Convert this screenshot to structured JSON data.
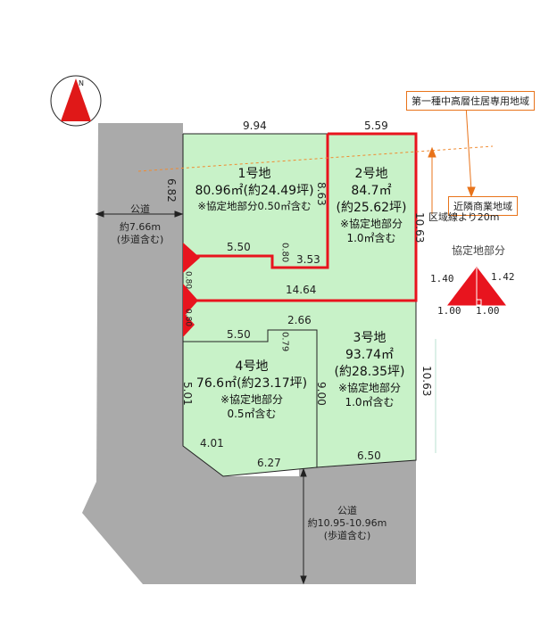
{
  "colors": {
    "lot_fill": "#c8f2c8",
    "road_fill": "#aaaaaa",
    "highlight_border": "#e8141e",
    "agreement_fill": "#e8141e",
    "zone_line": "#f08a30"
  },
  "north_label": "N",
  "lots": [
    {
      "name": "1号地",
      "area": "80.96㎡(約24.49坪)",
      "note": "※協定地部分0.50㎡含む"
    },
    {
      "name": "2号地",
      "area": "84.7㎡",
      "tsubo": "(約25.62坪)",
      "note": "※協定地部分",
      "note2": "1.0㎡含む"
    },
    {
      "name": "3号地",
      "area": "93.74㎡",
      "tsubo": "(約28.35坪)",
      "note": "※協定地部分",
      "note2": "1.0㎡含む"
    },
    {
      "name": "4号地",
      "area": "76.6㎡(約23.17坪)",
      "note": "※協定地部分",
      "note2": "0.5㎡含む"
    }
  ],
  "dims": {
    "d994": "9.94",
    "d559": "5.59",
    "d682": "6.82",
    "d863": "8.63",
    "d1063_top": "10.63",
    "d550_top": "5.50",
    "d080_a": "0.80",
    "d353": "3.53",
    "d080_b": "0.80",
    "d1464": "14.64",
    "d080_c": "0.80",
    "d266": "2.66",
    "d550_low": "5.50",
    "d079": "0.79",
    "d501": "5.01",
    "d900": "9.00",
    "d1063_low": "10.63",
    "d401": "4.01",
    "d627": "6.27",
    "d650": "6.50"
  },
  "roads": {
    "left": {
      "title": "公道",
      "width": "約7.66m",
      "note": "(歩道含む)"
    },
    "bottom": {
      "title": "公道",
      "width": "約10.95-10.96m",
      "note": "(歩道含む)"
    }
  },
  "zones": {
    "upper": "第一種中高層住居専用地域",
    "lower": "近隣商業地域",
    "boundary": "区域線より20m"
  },
  "legend": {
    "title": "協定地部分",
    "v140": "1.40",
    "v142": "1.42",
    "v100_l": "1.00",
    "v100_r": "1.00"
  }
}
